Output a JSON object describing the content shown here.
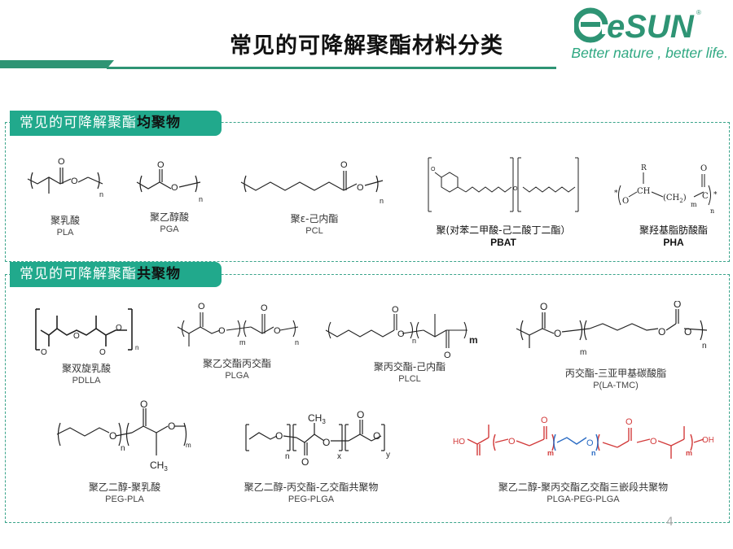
{
  "page_title": "常见的可降解聚酯材料分类",
  "logo": {
    "letters": "eSUN",
    "registered": "®",
    "tagline": "Better nature , better life."
  },
  "colors": {
    "brand_green": "#2e9474",
    "header_green": "#21a98c",
    "dash": "#3aa48a"
  },
  "sections": [
    {
      "title_prefix": "常见的可降解聚酯",
      "title_emphasis": "均聚物"
    },
    {
      "title_prefix": "常见的可降解聚酯",
      "title_emphasis": "共聚物"
    }
  ],
  "homopolymers": [
    {
      "cn": "聚乳酸",
      "en": "PLA"
    },
    {
      "cn": "聚乙醇酸",
      "en": "PGA"
    },
    {
      "cn": "聚ε-己内酯",
      "en": "PCL"
    },
    {
      "cn": "聚(对苯二甲酸-己二酸丁二酯）",
      "en": "PBAT"
    },
    {
      "cn": "聚羟基脂肪酸酯",
      "en": "PHA"
    }
  ],
  "copolymers": [
    {
      "cn": "聚双旋乳酸",
      "en": "PDLLA"
    },
    {
      "cn": "聚乙交酯丙交酯",
      "en": "PLGA"
    },
    {
      "cn": "聚丙交酯-己内酯",
      "en": "PLCL"
    },
    {
      "cn": "丙交酯-三亚甲基碳酸脂",
      "en": "P(LA-TMC)"
    },
    {
      "cn": "聚乙二醇-聚乳酸",
      "en": "PEG-PLA"
    },
    {
      "cn": "聚乙二醇-丙交酯-乙交酯共聚物",
      "en": "PEG-PLGA"
    },
    {
      "cn": "聚乙二醇-聚丙交酯乙交酯三嵌段共聚物",
      "en": "PLGA-PEG-PLGA"
    }
  ],
  "structure_text": {
    "n": "n",
    "m": "m",
    "x": "x",
    "y": "y",
    "o": "O",
    "r": "R",
    "ch": "CH",
    "c": "C",
    "star": "*",
    "ch2": "(CH",
    "ch2_sub": "2",
    "ch2_close": ")",
    "ch3": "CH",
    "ch3_sub": "3",
    "oh": "OH",
    "ho": "HO"
  },
  "page_number": "4"
}
